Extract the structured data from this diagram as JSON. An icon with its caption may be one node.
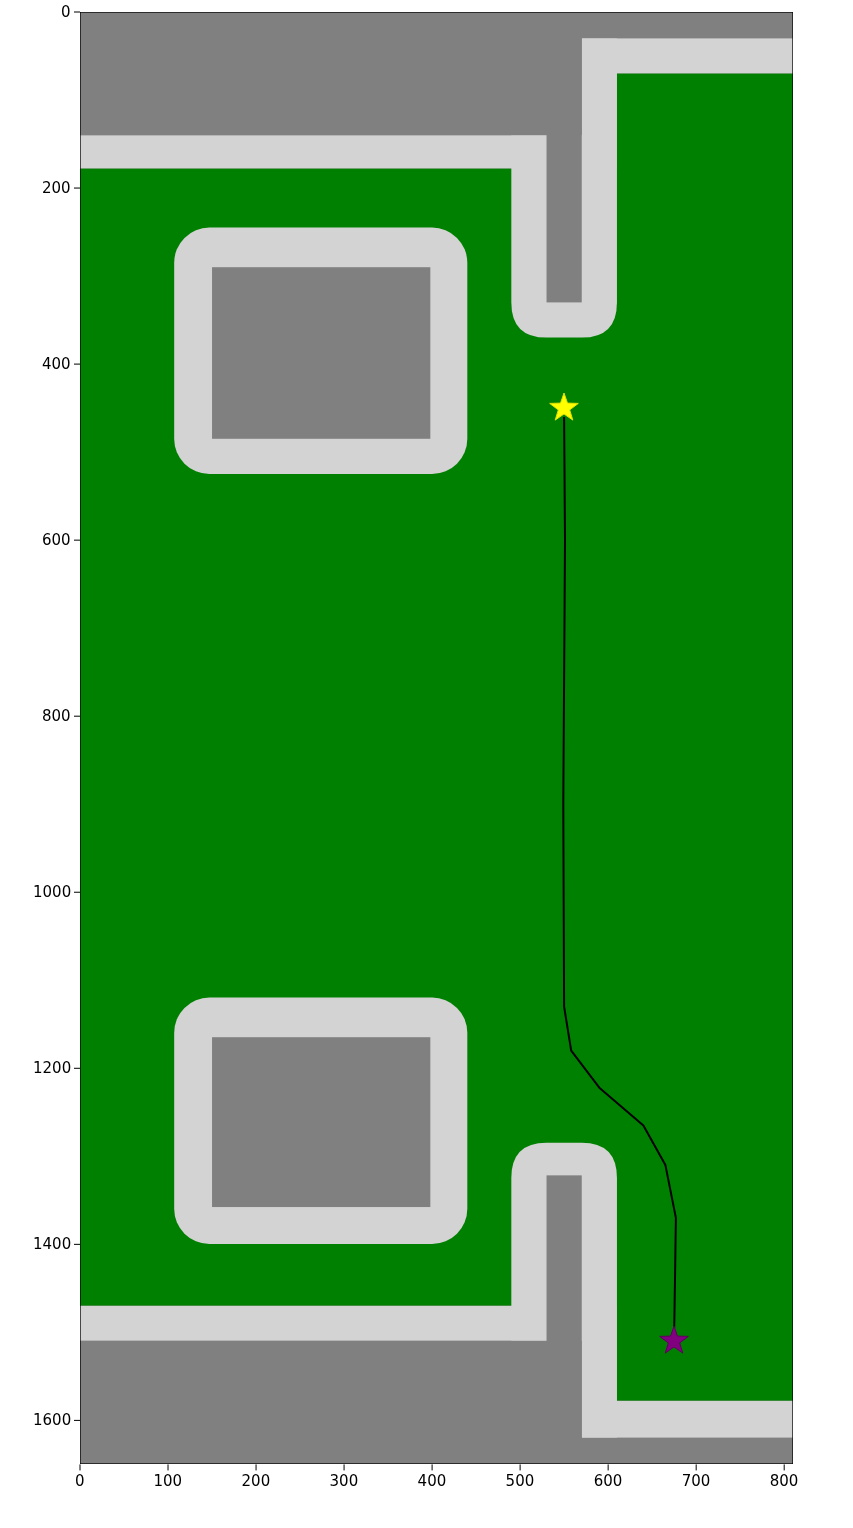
{
  "diagram": {
    "nodes": [
      {
        "text": [],
        "shape": "star"
      },
      {
        "text": [],
        "shape": "star"
      }
    ],
    "edges": [
      {
        "from": 0,
        "to": 1,
        "arrow": "none"
      }
    ],
    "labels": [
      "0",
      "200",
      "400",
      "600",
      "800",
      "1000",
      "1200",
      "1400",
      "1600",
      "0",
      "100",
      "200",
      "300",
      "400",
      "500",
      "600",
      "700",
      "800"
    ]
  }
}
